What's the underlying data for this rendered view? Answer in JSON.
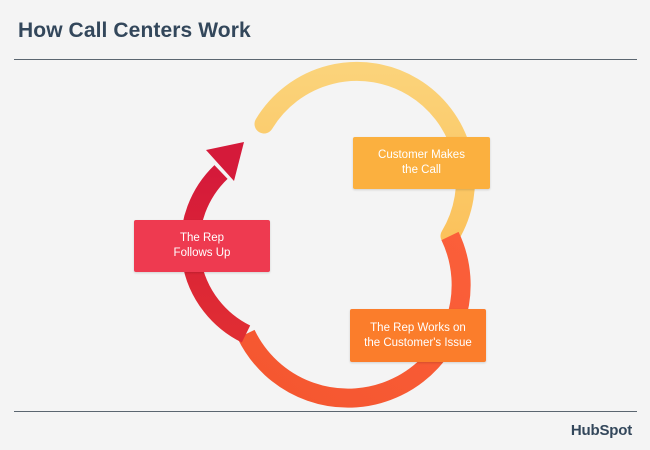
{
  "title": "How Call Centers Work",
  "steps": [
    {
      "line1": "Customer Makes",
      "line2": "the Call",
      "color": "#fbb03f"
    },
    {
      "line1": "The Rep Works on",
      "line2": "the Customer's Issue",
      "color": "#fb7d2b"
    },
    {
      "line1": "The Rep",
      "line2": "Follows Up",
      "color": "#ee3a50"
    }
  ],
  "colors": {
    "arc_light": "#fbd37a",
    "arc_orange": "#fb6f2f",
    "arc_red": "#d91f3a",
    "title_text": "#33475b",
    "background": "#f4f4f4"
  },
  "footer": {
    "logo_text": "HubSpot"
  }
}
